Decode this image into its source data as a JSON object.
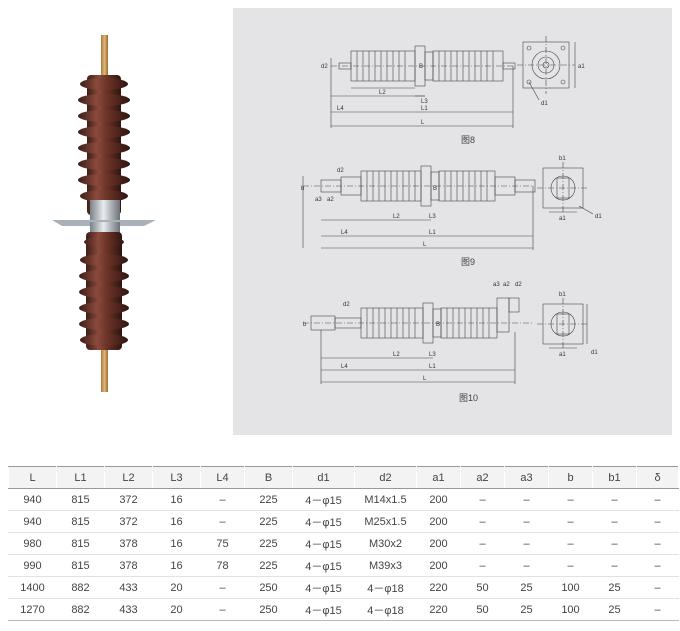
{
  "figures": {
    "fig8": {
      "caption": "图8",
      "labels": {
        "d2": "d2",
        "B": "B",
        "L2": "L2",
        "L3": "L3",
        "L4": "L4",
        "L1": "L1",
        "L": "L",
        "a1": "a1",
        "d1": "d1"
      }
    },
    "fig9": {
      "caption": "图9",
      "labels": {
        "d2": "d2",
        "b": "b",
        "a3": "a3",
        "a2": "a2",
        "B": "B",
        "L2": "L2",
        "L3": "L3",
        "L4": "L4",
        "L1": "L1",
        "L": "L",
        "b1": "b1",
        "a1": "a1",
        "d1": "d1"
      }
    },
    "fig10": {
      "caption": "图10",
      "labels": {
        "d2": "d2",
        "a3": "a3",
        "a2": "a2",
        "b": "b",
        "B": "B",
        "L2": "L2",
        "L3": "L3",
        "L4": "L4",
        "L1": "L1",
        "L": "L",
        "b1": "b1",
        "a1": "a1",
        "d1": "d1"
      }
    }
  },
  "table": {
    "headers": [
      "L",
      "L1",
      "L2",
      "L3",
      "L4",
      "B",
      "d1",
      "d2",
      "a1",
      "a2",
      "a3",
      "b",
      "b1",
      "δ"
    ],
    "rows": [
      [
        "940",
        "815",
        "372",
        "16",
        "–",
        "225",
        "4－φ15",
        "M14x1.5",
        "200",
        "–",
        "–",
        "–",
        "–",
        "–"
      ],
      [
        "940",
        "815",
        "372",
        "16",
        "–",
        "225",
        "4－φ15",
        "M25x1.5",
        "200",
        "–",
        "–",
        "–",
        "–",
        "–"
      ],
      [
        "980",
        "815",
        "378",
        "16",
        "75",
        "225",
        "4－φ15",
        "M30x2",
        "200",
        "–",
        "–",
        "–",
        "–",
        "–"
      ],
      [
        "990",
        "815",
        "378",
        "16",
        "78",
        "225",
        "4－φ15",
        "M39x3",
        "200",
        "–",
        "–",
        "–",
        "–",
        "–"
      ],
      [
        "1400",
        "882",
        "433",
        "20",
        "–",
        "250",
        "4－φ15",
        "4－φ18",
        "220",
        "50",
        "25",
        "100",
        "25",
        "–"
      ],
      [
        "1270",
        "882",
        "433",
        "20",
        "–",
        "250",
        "4－φ15",
        "4－φ18",
        "220",
        "50",
        "25",
        "100",
        "25",
        "–"
      ]
    ]
  }
}
